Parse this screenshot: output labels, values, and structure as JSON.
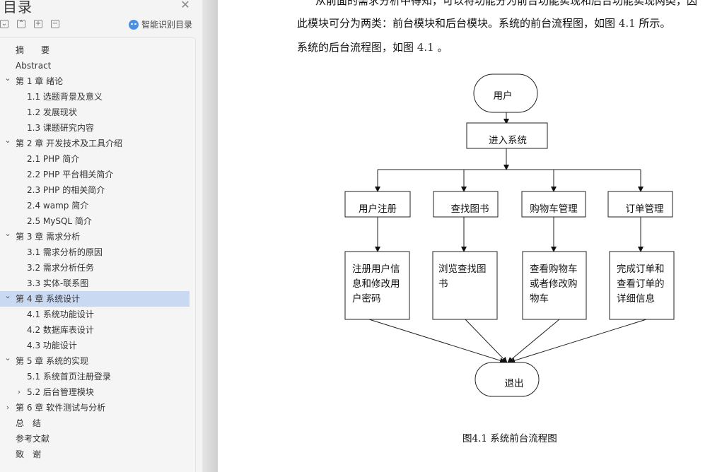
{
  "sidebar": {
    "title": "目录",
    "close_icon": "close-icon",
    "tools": [
      {
        "icon": "expand-all-icon",
        "glyph": "⌄"
      },
      {
        "icon": "collapse-all-icon",
        "glyph": "⌃"
      },
      {
        "icon": "plus-icon",
        "glyph": "+"
      },
      {
        "icon": "minus-icon",
        "glyph": "−"
      }
    ],
    "ai_button": {
      "label": "智能识别目录",
      "icon": "ai-cloud-icon",
      "color": "#4a90e2"
    },
    "selected_color": "#c9d9f2",
    "items": [
      {
        "label": "摘　　要",
        "level": 0,
        "chevron": ""
      },
      {
        "label": "Abstract",
        "level": 0,
        "chevron": ""
      },
      {
        "label": "第 1 章  绪论",
        "level": 0,
        "chevron": "down"
      },
      {
        "label": "1.1  选题背景及意义",
        "level": 1,
        "chevron": ""
      },
      {
        "label": "1.2  发展现状",
        "level": 1,
        "chevron": ""
      },
      {
        "label": "1.3  课题研究内容",
        "level": 1,
        "chevron": ""
      },
      {
        "label": "第 2 章  开发技术及工具介绍",
        "level": 0,
        "chevron": "down"
      },
      {
        "label": "2.1 PHP 简介",
        "level": 1,
        "chevron": ""
      },
      {
        "label": "2.2 PHP  平台相关简介",
        "level": 1,
        "chevron": ""
      },
      {
        "label": "2.3 PHP 的相关简介",
        "level": 1,
        "chevron": ""
      },
      {
        "label": "2.4 wamp 简介",
        "level": 1,
        "chevron": ""
      },
      {
        "label": "2.5 MySQL 简介",
        "level": 1,
        "chevron": ""
      },
      {
        "label": "第 3 章  需求分析",
        "level": 0,
        "chevron": "down"
      },
      {
        "label": "3.1 需求分析的原因",
        "level": 1,
        "chevron": ""
      },
      {
        "label": "3.2 需求分析任务",
        "level": 1,
        "chevron": ""
      },
      {
        "label": "3.3 实体-联系图",
        "level": 1,
        "chevron": ""
      },
      {
        "label": "第 4 章  系统设计",
        "level": 0,
        "chevron": "down",
        "selected": true
      },
      {
        "label": "4.1 系统功能设计",
        "level": 1,
        "chevron": ""
      },
      {
        "label": "4.2 数据库表设计",
        "level": 1,
        "chevron": ""
      },
      {
        "label": "4.3  功能设计",
        "level": 1,
        "chevron": ""
      },
      {
        "label": "第 5 章  系统的实现",
        "level": 0,
        "chevron": "down"
      },
      {
        "label": "5.1  系统首页注册登录",
        "level": 1,
        "chevron": ""
      },
      {
        "label": "5.2 后台管理模块",
        "level": 1,
        "chevron": "right"
      },
      {
        "label": "第 6 章  软件测试与分析",
        "level": 0,
        "chevron": "right"
      },
      {
        "label": "总　结",
        "level": 0,
        "chevron": ""
      },
      {
        "label": "参考文献",
        "level": 0,
        "chevron": ""
      },
      {
        "label": "致　谢",
        "level": 0,
        "chevron": ""
      }
    ]
  },
  "document": {
    "paragraphs": [
      {
        "text": "从前面的需求分析中得知，可以将功能分为前台功能实现和后台功能实现两类，因"
      },
      {
        "pre": "此模块可分为两类：前台模块和后台模块。系统的前台流程图，如图 ",
        "num": "4.1",
        "post": " 所示。"
      },
      {
        "pre": "系统的后台流程图，如图 ",
        "num": "4.1",
        "post": " 。"
      }
    ],
    "flowchart": {
      "start": "用户",
      "enter": "进入系统",
      "modules": [
        "用户注册",
        "查找图书",
        "购物车管理",
        "订单管理"
      ],
      "details": [
        [
          "注册用户信",
          "息和修改用",
          "户密码"
        ],
        [
          "浏览查找图",
          "书"
        ],
        [
          "查看购物车",
          "或者修改购",
          "物车"
        ],
        [
          "完成订单和",
          "查看订单的",
          "详细信息"
        ]
      ],
      "end": "退出"
    },
    "caption": {
      "prefix": "图",
      "num": "4.1",
      "text": "  系统前台流程图"
    }
  }
}
